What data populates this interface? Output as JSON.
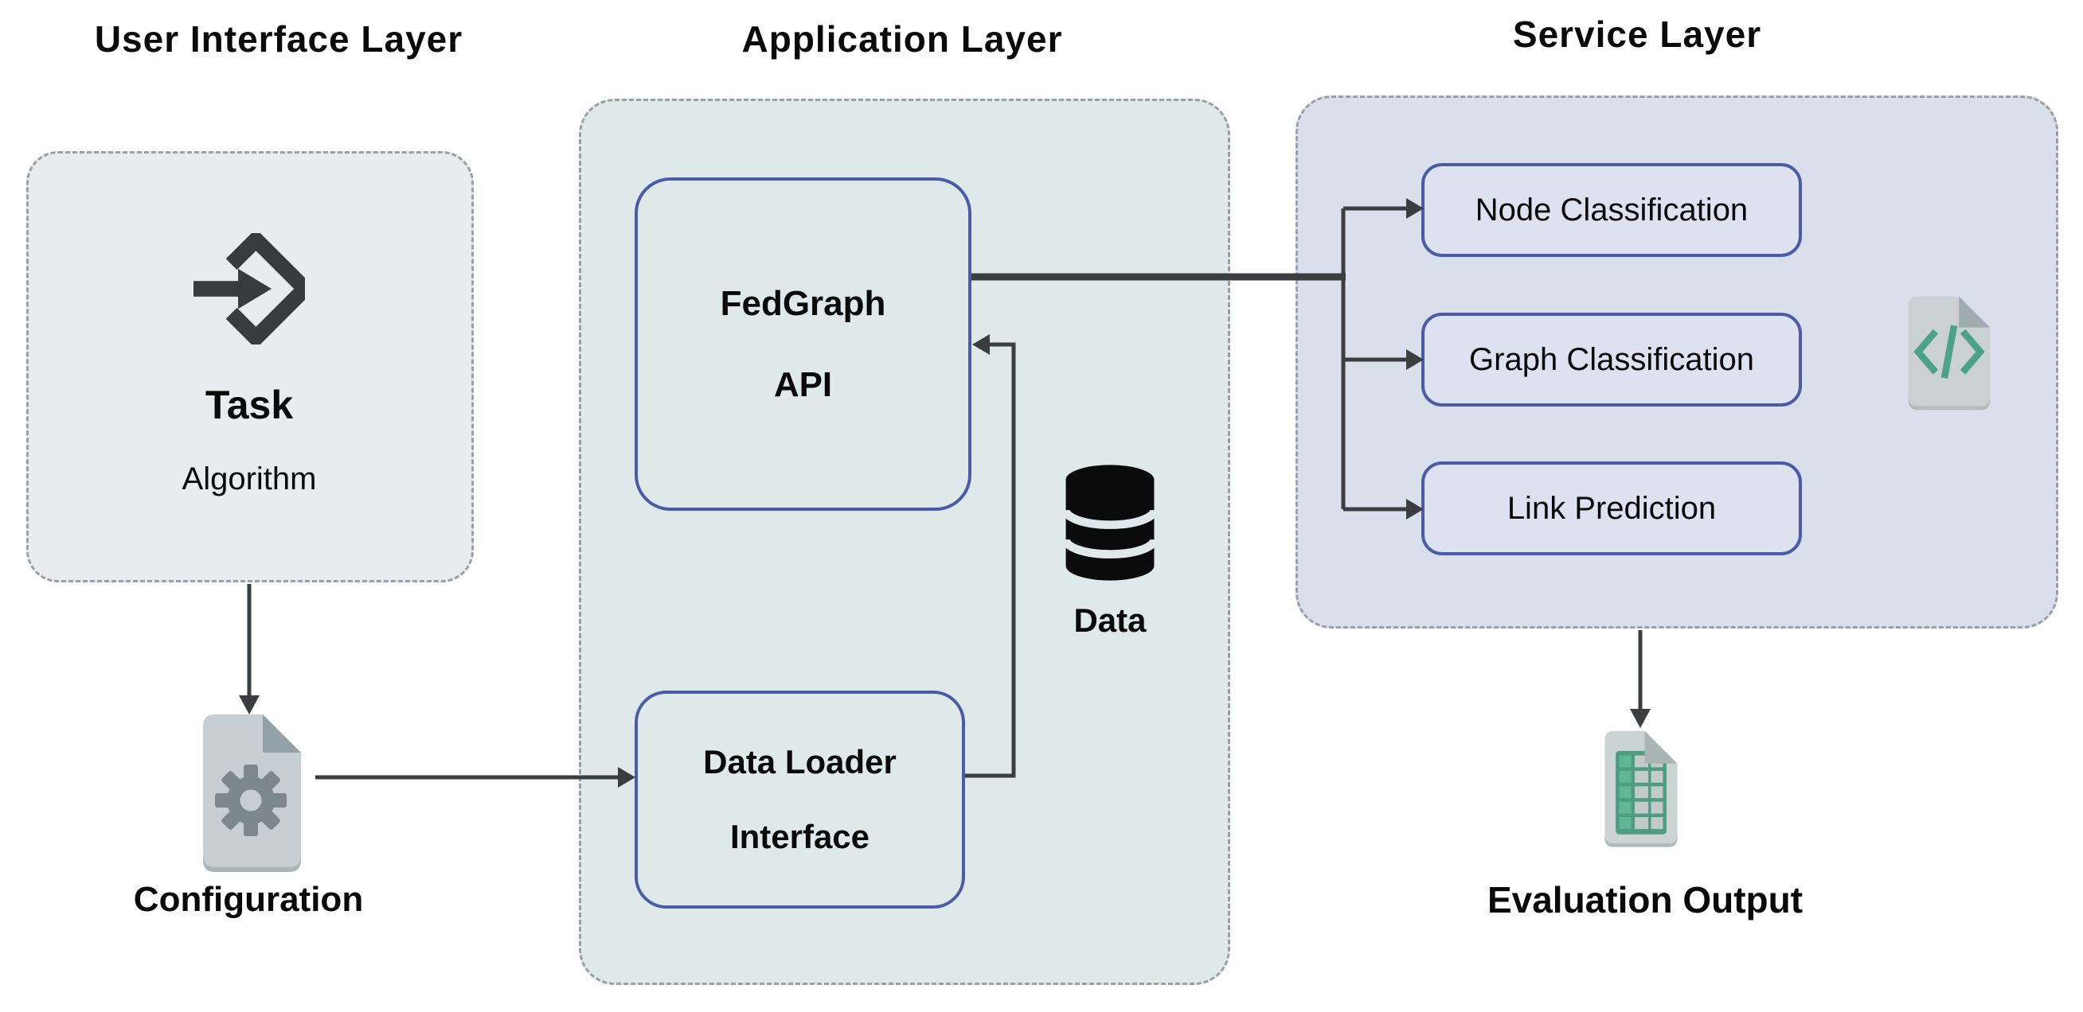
{
  "ui": {
    "title": "User Interface Layer",
    "task": "Task",
    "algorithm": "Algorithm",
    "configuration": "Configuration"
  },
  "app": {
    "title": "Application Layer",
    "fedgraph_line1": "FedGraph",
    "fedgraph_line2": "API",
    "loader_line1": "Data Loader",
    "loader_line2": "Interface",
    "data": "Data"
  },
  "service": {
    "title": "Service Layer",
    "items": [
      "Node Classification",
      "Graph Classification",
      "Link Prediction"
    ],
    "evaluation": "Evaluation Output"
  },
  "icons": {
    "task": "task-input-icon",
    "configuration": "gear-document-icon",
    "data": "database-icon",
    "code": "code-file-icon",
    "evaluation": "spreadsheet-file-icon"
  },
  "colors": {
    "page_bg": "#ffffff",
    "ui_panel_bg": "#e9ebee",
    "app_panel_bg": "#dfe9ea",
    "service_panel_bg": "#dadfec",
    "service_box_bg": "#dee2f0",
    "box_border_blue": "#4a5ca7",
    "dashed_border": "#9aa0a6",
    "connector": "#3a3e41",
    "icon_dark": "#383c40",
    "doc_gray": "#c7ced3",
    "doc_fold": "#93a1a8",
    "gear_gray": "#7d888e",
    "code_green": "#4ba287",
    "table_green": "#5fb795",
    "db_black": "#0b0b0b",
    "text": "#0a0a0a"
  }
}
